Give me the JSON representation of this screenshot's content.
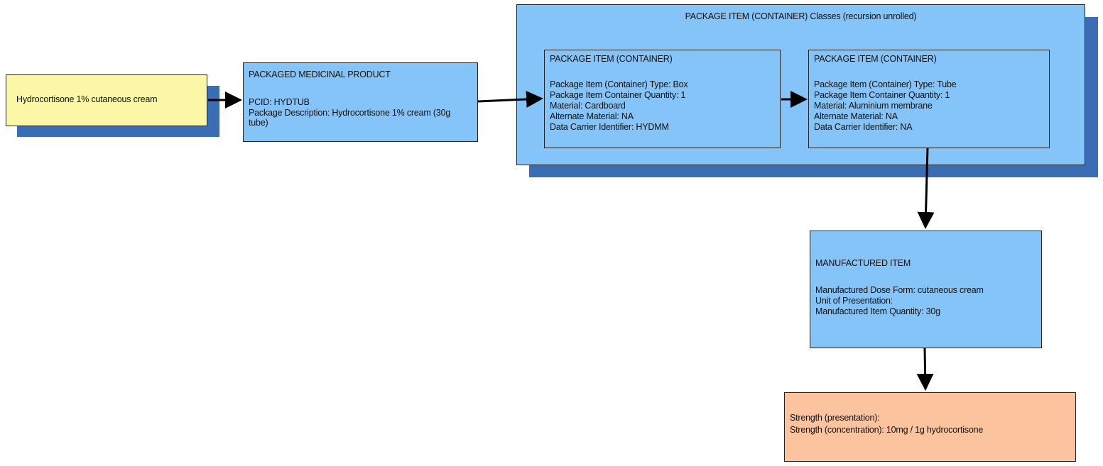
{
  "input_node": {
    "label": "Hydrocortisone 1% cutaneous cream"
  },
  "packaged_medicinal_product": {
    "title": "PACKAGED MEDICINAL PRODUCT",
    "pcid": "PCID: HYDTUB",
    "description": "Package Description: Hydrocortisone 1% cream (30g tube)"
  },
  "container_group": {
    "title": "PACKAGE ITEM (CONTAINER) Classes (recursion unrolled)",
    "items": [
      {
        "title": "PACKAGE ITEM (CONTAINER)",
        "lines": [
          "Package Item (Container) Type: Box",
          "Package Item Container Quantity: 1",
          "Material: Cardboard",
          "Alternate Material: NA",
          "Data Carrier Identifier: HYDMM"
        ]
      },
      {
        "title": "PACKAGE ITEM (CONTAINER)",
        "lines": [
          "Package Item (Container) Type: Tube",
          "Package Item Container Quantity: 1",
          "Material: Aluminium membrane",
          "Alternate Material: NA",
          "Data Carrier Identifier: NA"
        ]
      }
    ]
  },
  "manufactured_item": {
    "title": "MANUFACTURED ITEM",
    "lines": [
      "Manufactured Dose Form: cutaneous cream",
      "Unit of Presentation:",
      "Manufactured Item Quantity: 30g"
    ]
  },
  "strength": {
    "lines": [
      "Strength (presentation):",
      "Strength (concentration): 10mg / 1g hydrocortisone"
    ]
  },
  "colors": {
    "box_blue": "#85c4f8",
    "shadow": "#3a6db3",
    "yellow": "#fbf7a6",
    "orange": "#fbc49f"
  }
}
